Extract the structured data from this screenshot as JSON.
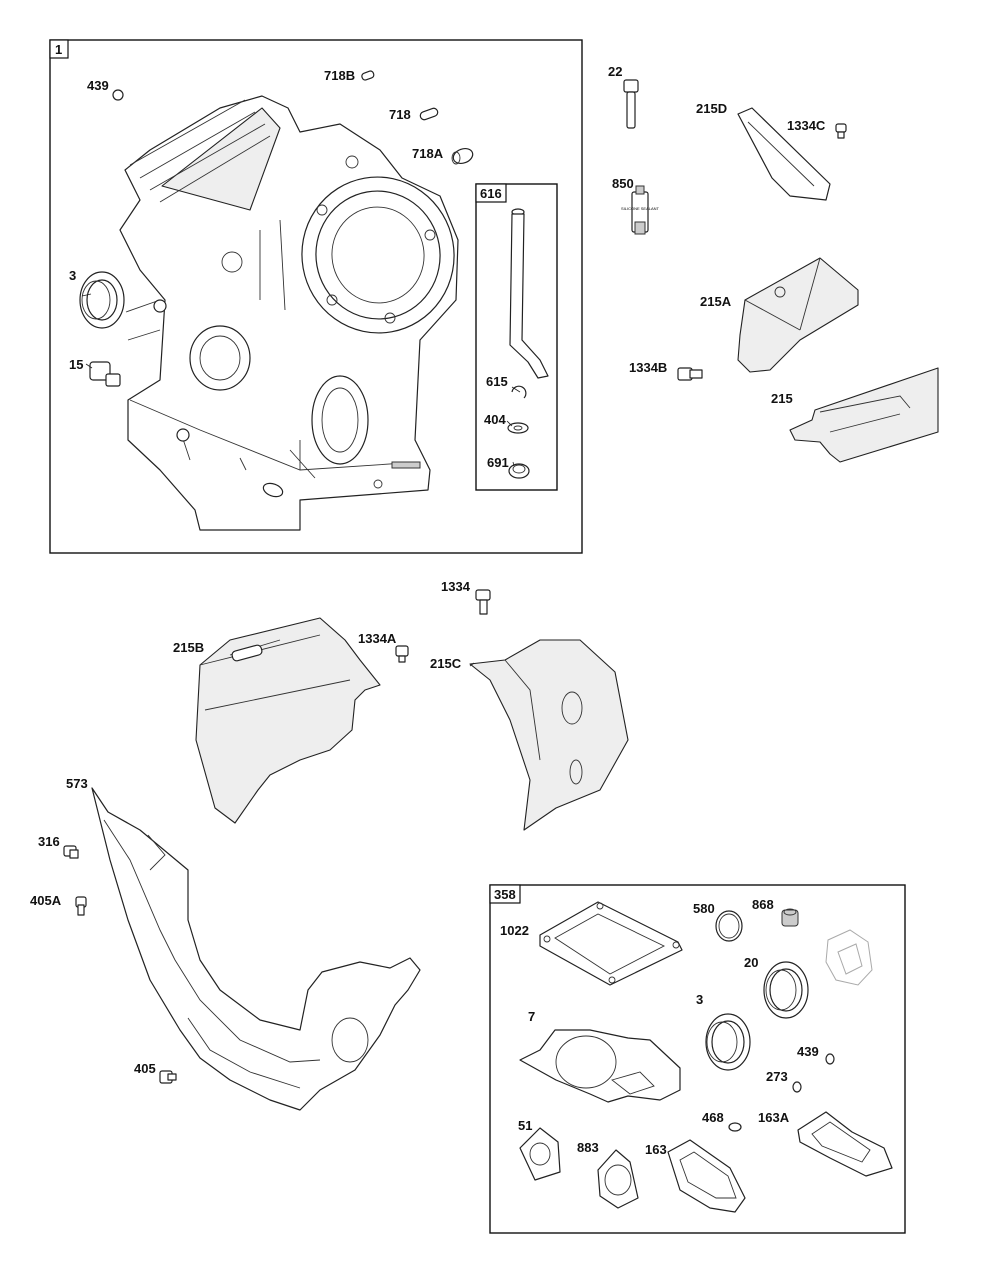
{
  "groups": {
    "g1": "1",
    "g616": "616",
    "g358": "358"
  },
  "callouts": {
    "c439a": "439",
    "c718b": "718B",
    "c718": "718",
    "c718a": "718A",
    "c3a": "3",
    "c15": "15",
    "c615": "615",
    "c404": "404",
    "c691": "691",
    "c22": "22",
    "c215d": "215D",
    "c1334c": "1334C",
    "c850": "850",
    "c215a": "215A",
    "c1334b": "1334B",
    "c215": "215",
    "c1334": "1334",
    "c215b": "215B",
    "c1334a": "1334A",
    "c215c": "215C",
    "c573": "573",
    "c316": "316",
    "c405a": "405A",
    "c405": "405",
    "c1022": "1022",
    "c580": "580",
    "c868": "868",
    "c20": "20",
    "c3b": "3",
    "c7": "7",
    "c439b": "439",
    "c273": "273",
    "c468": "468",
    "c163a": "163A",
    "c51": "51",
    "c883": "883",
    "c163": "163"
  },
  "tube_print": "SILICONE SEALANT"
}
